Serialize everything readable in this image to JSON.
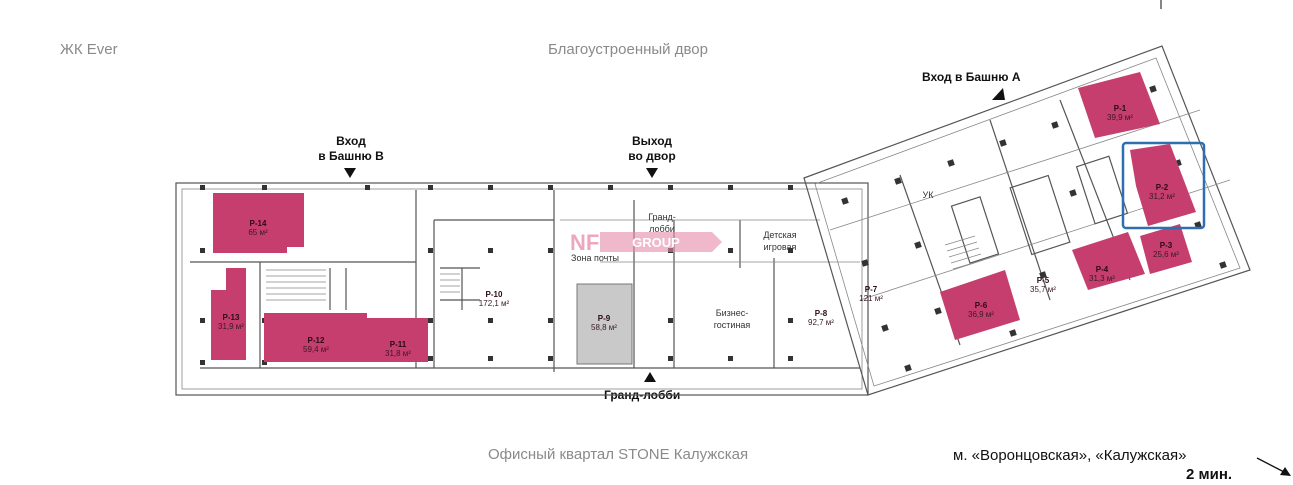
{
  "context": {
    "top_left": "ЖК Ever",
    "top_center": "Благоустроенный двор",
    "bottom_center": "Офисный квартал STONE Калужская"
  },
  "entrances": {
    "tower_a": "Вход в Башню А",
    "tower_b_line1": "Вход",
    "tower_b_line2": "в Башню В",
    "yard_line1": "Выход",
    "yard_line2": "во двор",
    "grand_lobby": "Гранд-лобби"
  },
  "metro": {
    "stations": "м. «Воронцовская», «Калужская»",
    "time": "2 мин."
  },
  "watermark": {
    "left": "NF",
    "right": "GROUP"
  },
  "colors": {
    "unit_fill": "#c53e6d",
    "unit_gray": "#c9c9c9",
    "highlight": "#2e6fb0",
    "wall": "#555555"
  },
  "rooms": {
    "mail_zone": "Зона почты",
    "grand_lobby_inner_1": "Гранд-",
    "grand_lobby_inner_2": "лобби",
    "kids_1": "Детская",
    "kids_2": "игровая",
    "biz_1": "Бизнес-",
    "biz_2": "гостиная",
    "uk": "УК"
  },
  "units": [
    {
      "code": "Р-1",
      "area": "39,9 м²"
    },
    {
      "code": "Р-2",
      "area": "31,2 м²"
    },
    {
      "code": "Р-3",
      "area": "25,6 м²"
    },
    {
      "code": "Р-4",
      "area": "31,3 м²"
    },
    {
      "code": "Р-5",
      "area": "35,7 м²"
    },
    {
      "code": "Р-6",
      "area": "36,9 м²"
    },
    {
      "code": "Р-7",
      "area": "121 м²"
    },
    {
      "code": "Р-8",
      "area": "92,7 м²"
    },
    {
      "code": "Р-9",
      "area": "58,8 м²"
    },
    {
      "code": "Р-10",
      "area": "172,1 м²"
    },
    {
      "code": "Р-11",
      "area": "31,8 м²"
    },
    {
      "code": "Р-12",
      "area": "59,4 м²"
    },
    {
      "code": "Р-13",
      "area": "31,9 м²"
    },
    {
      "code": "Р-14",
      "area": "65 м²"
    }
  ]
}
